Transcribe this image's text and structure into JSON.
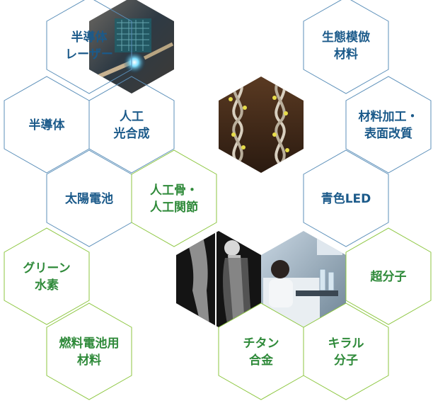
{
  "colors": {
    "blue_text": "#1b5a8a",
    "green_text": "#2f8a3a",
    "blue_border": "#5b8fb9",
    "green_border": "#8cc63f"
  },
  "hexes": [
    {
      "id": "hex-semiconductor-laser",
      "lines": [
        "半導体",
        "レーザー"
      ],
      "color": "blue"
    },
    {
      "id": "hex-semiconductor",
      "lines": [
        "半導体"
      ],
      "color": "blue"
    },
    {
      "id": "hex-artificial-photosynthesis",
      "lines": [
        "人工",
        "光合成"
      ],
      "color": "blue"
    },
    {
      "id": "hex-solar-cell",
      "lines": [
        "太陽電池"
      ],
      "color": "blue"
    },
    {
      "id": "hex-artificial-bone-joint",
      "lines": [
        "人工骨・",
        "人工関節"
      ],
      "color": "green"
    },
    {
      "id": "hex-green-hydrogen",
      "lines": [
        "グリーン",
        "水素"
      ],
      "color": "green"
    },
    {
      "id": "hex-fuel-cell-material",
      "lines": [
        "燃料電池用",
        "材料"
      ],
      "color": "green"
    },
    {
      "id": "hex-biomimetic-material",
      "lines": [
        "生態模倣",
        "材料"
      ],
      "color": "blue"
    },
    {
      "id": "hex-material-processing",
      "lines": [
        "材料加工・",
        "表面改質"
      ],
      "color": "blue"
    },
    {
      "id": "hex-blue-led",
      "lines": [
        "青色LED"
      ],
      "color": "blue"
    },
    {
      "id": "hex-supramolecule",
      "lines": [
        "超分子"
      ],
      "color": "green"
    },
    {
      "id": "hex-titanium-alloy",
      "lines": [
        "チタン",
        "合金"
      ],
      "color": "green"
    },
    {
      "id": "hex-chiral-molecule",
      "lines": [
        "キラル",
        "分子"
      ],
      "color": "green"
    }
  ]
}
